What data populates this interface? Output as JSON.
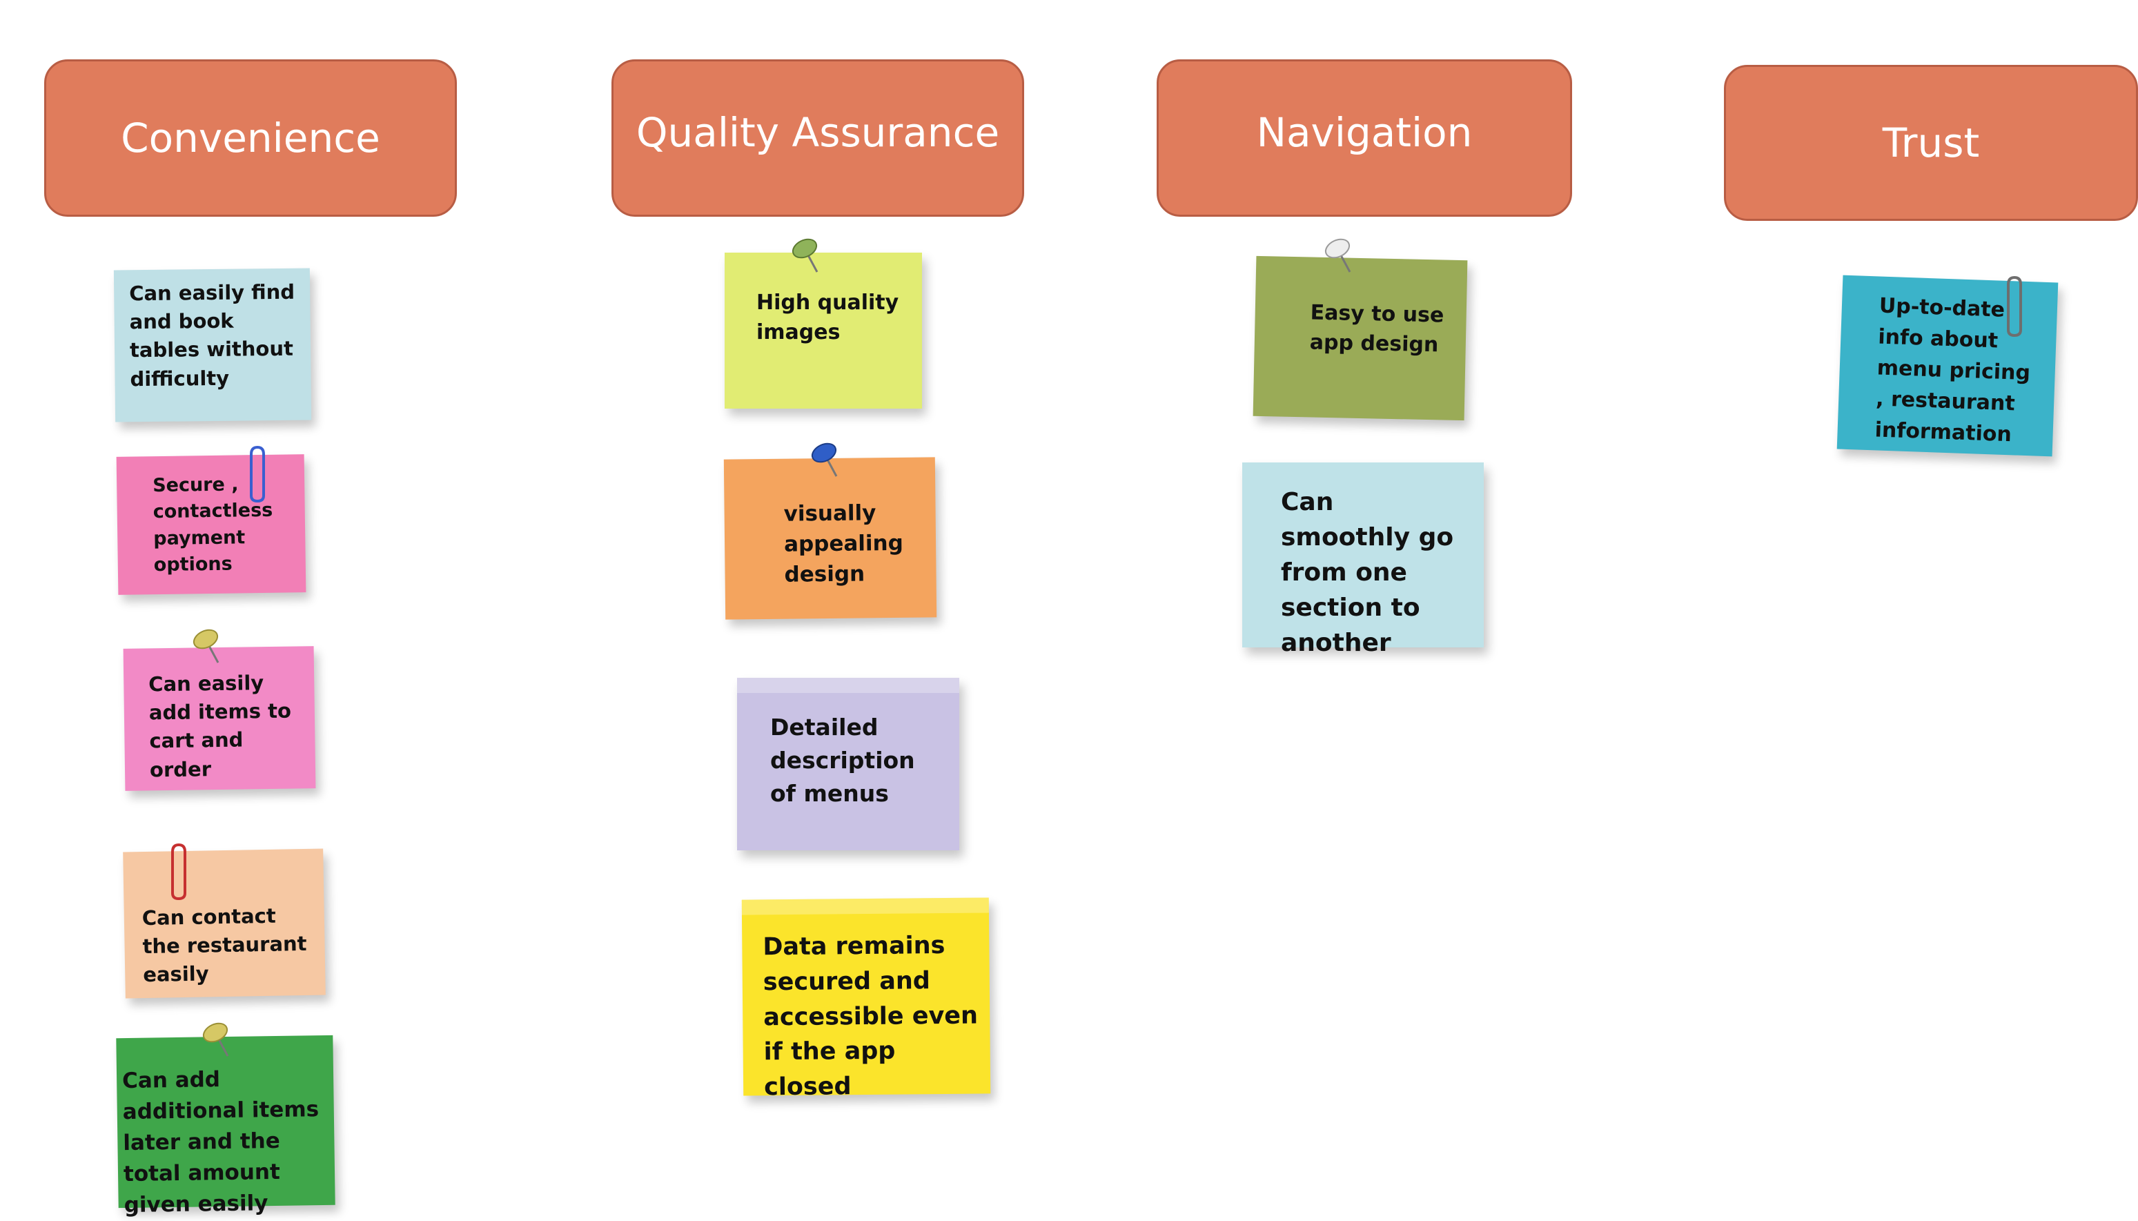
{
  "categories": [
    {
      "title": "Convenience"
    },
    {
      "title": "Quality Assurance"
    },
    {
      "title": "Navigation"
    },
    {
      "title": "Trust"
    }
  ],
  "notes": {
    "convenience": [
      {
        "text": "Can easily find and book tables without difficulty",
        "color": "#bfe0e6",
        "fastener": "none"
      },
      {
        "text": "Secure , contactless payment options",
        "color": "#f27fb6",
        "fastener": "paperclip-blue-icon"
      },
      {
        "text": "Can easily add items to cart and order",
        "color": "#f28ac6",
        "fastener": "pushpin-yellow-icon"
      },
      {
        "text": "Can contact the restaurant easily",
        "color": "#f6c8a3",
        "fastener": "paperclip-red-icon"
      },
      {
        "text": "Can add additional items later and the total amount given easily",
        "color": "#3fa64a",
        "fastener": "pushpin-yellow-icon"
      }
    ],
    "quality": [
      {
        "text": "High quality images",
        "color": "#e1ec73",
        "fastener": "pushpin-green-icon"
      },
      {
        "text": "visually appealing design",
        "color": "#f4a45e",
        "fastener": "pushpin-blue-icon"
      },
      {
        "text": "Detailed description of menus",
        "color": "#c9c2e4",
        "fastener": "none"
      },
      {
        "text": "Data remains secured and accessible even if the app closed",
        "color": "#fbe42b",
        "fastener": "none"
      }
    ],
    "navigation": [
      {
        "text": "Easy to use app design",
        "color": "#9aab57",
        "fastener": "pushpin-white-icon"
      },
      {
        "text": "Can smoothly go from one section to another",
        "color": "#bfe2e8",
        "fastener": "none"
      }
    ],
    "trust": [
      {
        "text": "Up-to-date info about menu pricing , restaurant information",
        "color": "#3bb3c9",
        "fastener": "paperclip-gray-icon"
      }
    ]
  }
}
